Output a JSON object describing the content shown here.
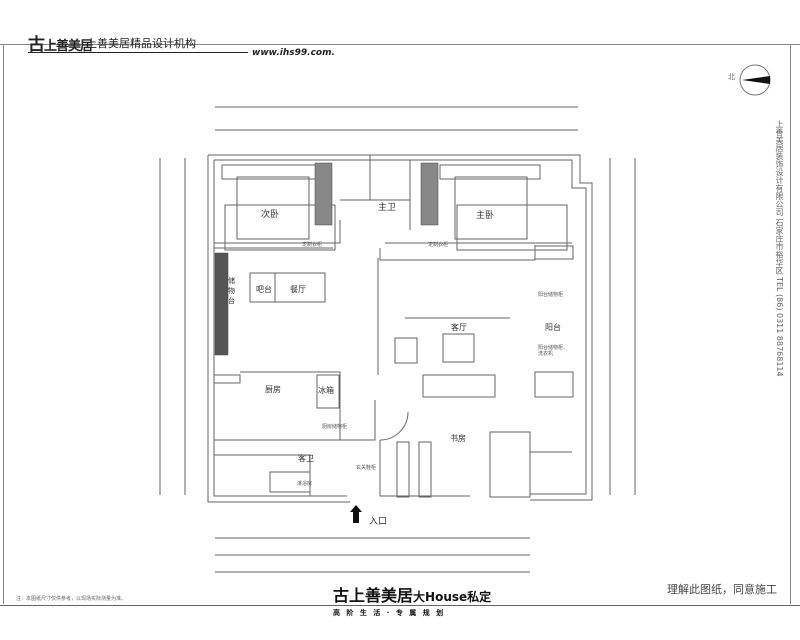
{
  "header": {
    "logo_mark": "古",
    "logo_text": "上善美居",
    "company_name": "上善美居精品设计机构",
    "website": "www.ihs99.com."
  },
  "compass": {
    "label": "北",
    "icon": "north-arrow-icon"
  },
  "rooms": {
    "second_bedroom": "次卧",
    "master_bath": "主卫",
    "master_bedroom": "主卧",
    "wardrobe_left": "定制衣柜",
    "wardrobe_right": "定制衣柜",
    "side_counter": "储物台",
    "bar": "吧台",
    "dining": "餐厅",
    "kitchen": "厨房",
    "fridge": "冰箱",
    "living": "客厅",
    "balcony": "阳台",
    "balcony_note_top": "阳台储物柜",
    "balcony_note": "阳台储物柜、洗衣机",
    "kitchen_note": "厨房储物柜",
    "guest_bath": "客卫",
    "bath_note": "淋浴房",
    "study": "书房",
    "entry_note": "玄关鞋柜",
    "entrance": "入口"
  },
  "footer": {
    "note": "注：本图纸尺寸仅供参考，以现场实际测量为准。",
    "brand_logo": "上善美居",
    "brand_suffix": "大House私定",
    "slogan": "高 阶 生 活 · 专 属 规 划",
    "approval": "理解此图纸，同意施工"
  },
  "side_info": "上善美居装饰设计有限公司  石家庄市裕华区  TEL (86) 0311 88768114",
  "colors": {
    "line": "#555555",
    "text": "#333333",
    "hatch": "#444444"
  }
}
